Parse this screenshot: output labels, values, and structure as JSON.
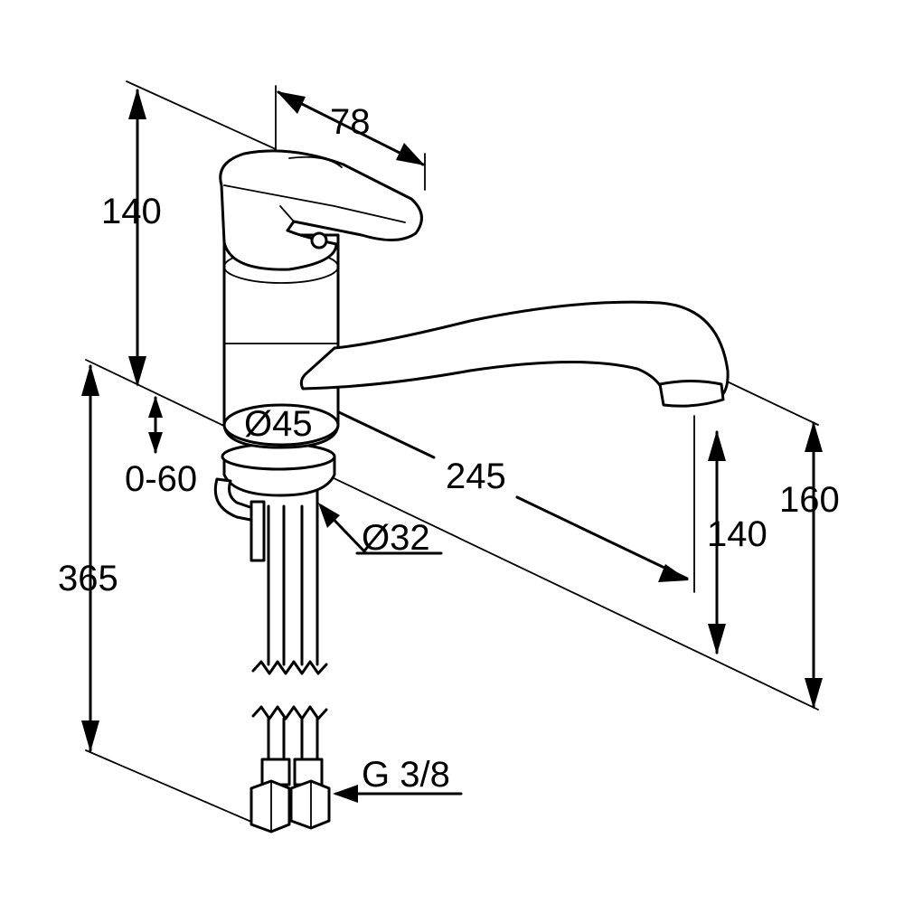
{
  "drawing": {
    "dimensions": {
      "handle_width": "78",
      "lever_height": "140",
      "body_diameter": "Ø45",
      "adjust_range": "0-60",
      "hole_diameter": "Ø32",
      "spout_reach": "245",
      "total_height": "365",
      "spout_clearance": "140",
      "spout_height": "160",
      "connection_thread": "G 3/8"
    },
    "colors": {
      "ink": "#000000",
      "background": "#ffffff"
    }
  }
}
